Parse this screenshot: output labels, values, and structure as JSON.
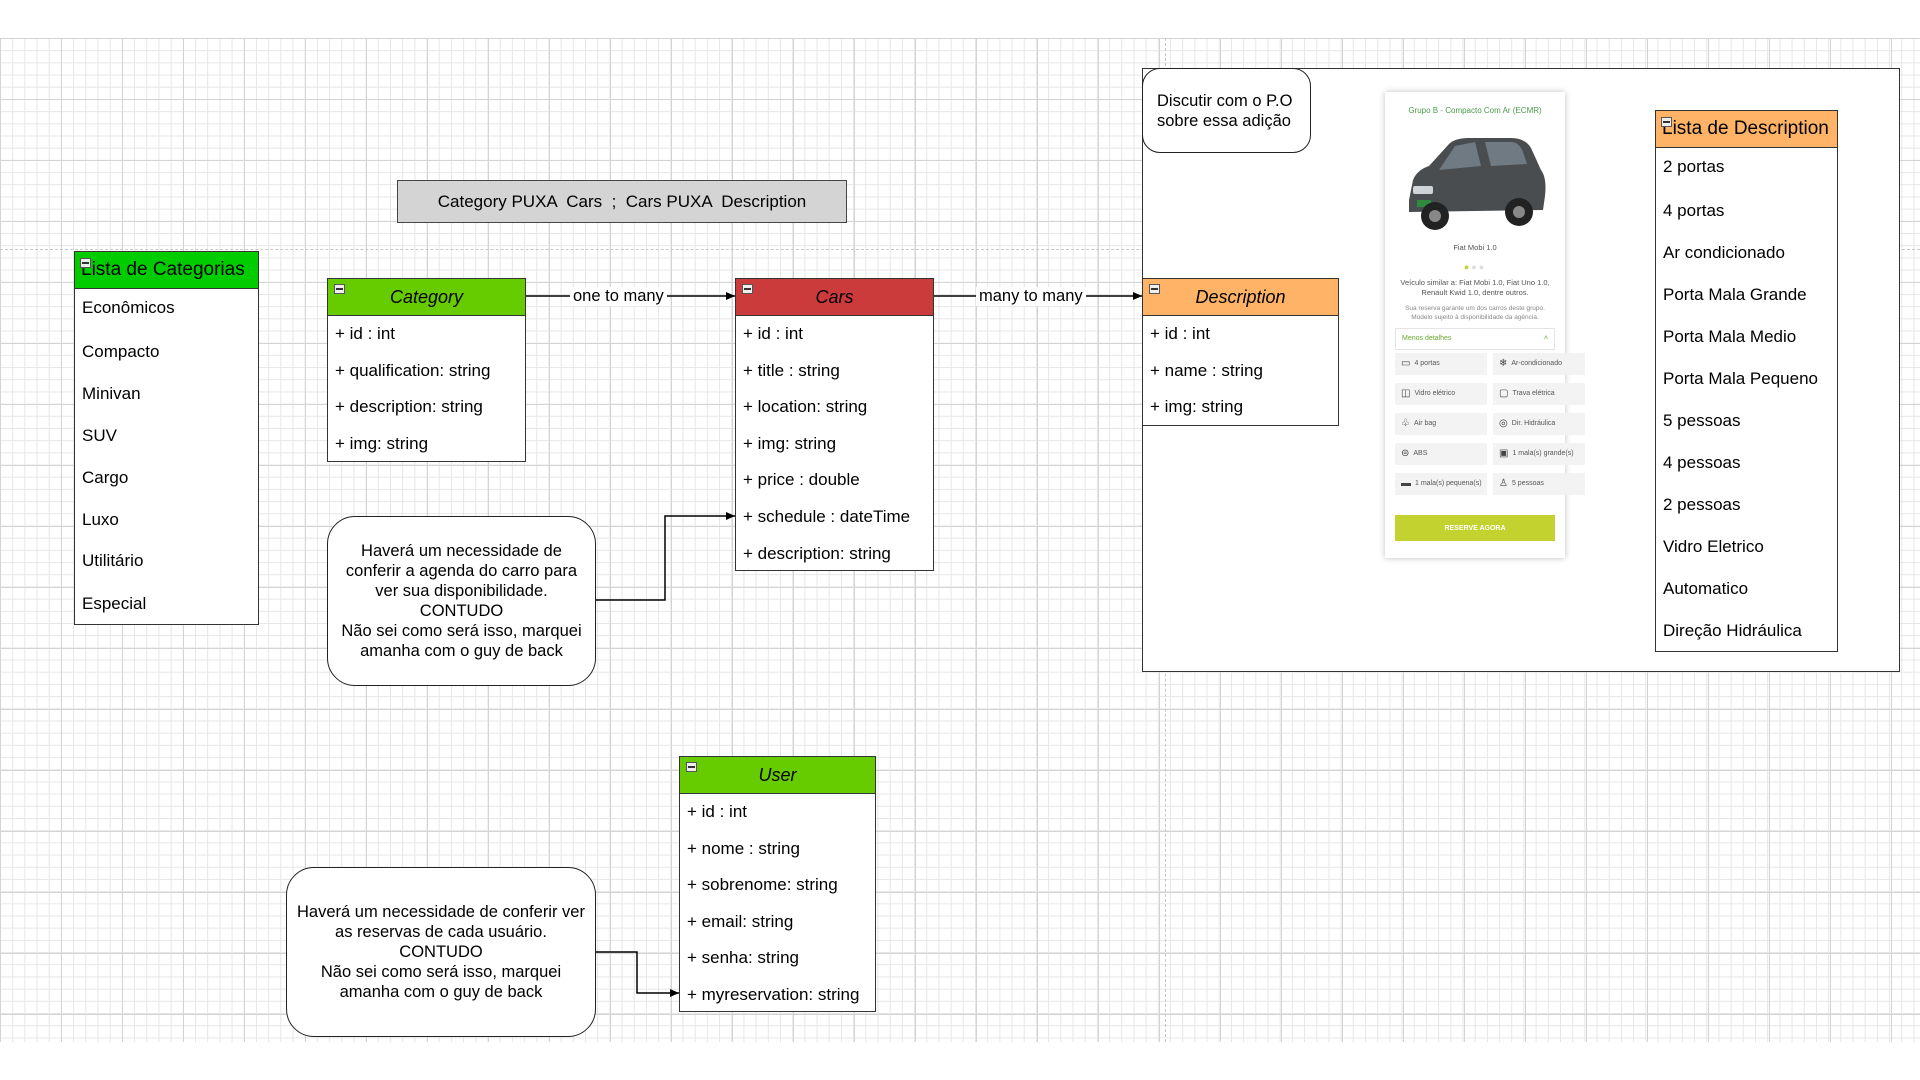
{
  "banner": {
    "text": "Category PUXA  Cars  ;  Cars PUXA  Description"
  },
  "categories_list": {
    "title": "Lista de Categorias",
    "color": "#00cc00",
    "items": [
      "Econômicos",
      "Compacto",
      "Minivan",
      "SUV",
      "Cargo",
      "Luxo",
      "Utilitário",
      "Especial"
    ]
  },
  "category_class": {
    "name": "Category",
    "color": "#66cc00",
    "fields": [
      "+ id : int",
      "+ qualification: string",
      "+ description: string",
      "+ img: string"
    ]
  },
  "cars_class": {
    "name": "Cars",
    "color": "#cc3b3b",
    "fields": [
      "+ id : int",
      "+ title : string",
      "+ location: string",
      "+ img: string",
      "+ price : double",
      "+ schedule : dateTime",
      "+ description: string"
    ]
  },
  "description_class": {
    "name": "Description",
    "color": "#ffb366",
    "fields": [
      "+ id : int",
      "+ name : string",
      "+ img: string"
    ]
  },
  "user_class": {
    "name": "User",
    "color": "#66cc00",
    "fields": [
      "+ id : int",
      "+ nome : string",
      "+ sobrenome: string",
      "+ email: string",
      "+ senha: string",
      "+ myreservation: string"
    ]
  },
  "relations": {
    "category_cars": "one to many",
    "cars_description": "many to many"
  },
  "notes": {
    "cars_schedule": [
      "Haverá um necessidade de",
      "conferir a agenda do carro para",
      "ver sua disponibilidade.",
      "CONTUDO",
      "Não sei como será isso, marquei",
      "amanha com o guy de back"
    ],
    "user_reservations": [
      "Haverá um necessidade de conferir ver",
      "as reservas de cada usuário.",
      "CONTUDO",
      "Não sei como será isso, marquei",
      "amanha com o guy de back"
    ],
    "discuss": [
      "Discutir com o P.O",
      "sobre essa adição"
    ]
  },
  "description_list": {
    "title": "Lista de Description",
    "color": "#ffb366",
    "items": [
      "2 portas",
      "4 portas",
      "Ar condicionado",
      "Porta Mala Grande",
      "Porta Mala Medio",
      "Porta Mala Pequeno",
      "5 pessoas",
      "4 pessoas",
      "2 pessoas",
      "Vidro Eletrico",
      "Automatico",
      "Direção Hidráulica"
    ]
  },
  "car_card": {
    "title": "Grupo B - Compacto Com Ar (ECMR)",
    "model": "Fiat Mobi 1.0",
    "similar": "Veículo similar a: Fiat Mobi 1.0, Fiat Uno 1.0, Renault Kwid 1.0, dentre outros.",
    "reservation_note": "Sua reserva garante um dos carros deste grupo. Modelo sujeito à disponibilidade da agência.",
    "less_details": "Menos detalhes",
    "features": [
      {
        "icon": "door-icon",
        "label": "4 portas"
      },
      {
        "icon": "snowflake-icon",
        "label": "Ar-condicionado"
      },
      {
        "icon": "window-icon",
        "label": "Vidro elétrico"
      },
      {
        "icon": "lock-icon",
        "label": "Trava elétrica"
      },
      {
        "icon": "airbag-icon",
        "label": "Air bag"
      },
      {
        "icon": "steering-icon",
        "label": "Dir. Hidráulica"
      },
      {
        "icon": "abs-icon",
        "label": "ABS"
      },
      {
        "icon": "luggage-icon",
        "label": "1 mala(s) grande(s)"
      },
      {
        "icon": "suitcase-icon",
        "label": "1 mala(s) pequena(s)"
      },
      {
        "icon": "person-icon",
        "label": "5 pessoas"
      }
    ],
    "button": "RESERVE AGORA",
    "accent": "#c3d22e"
  }
}
